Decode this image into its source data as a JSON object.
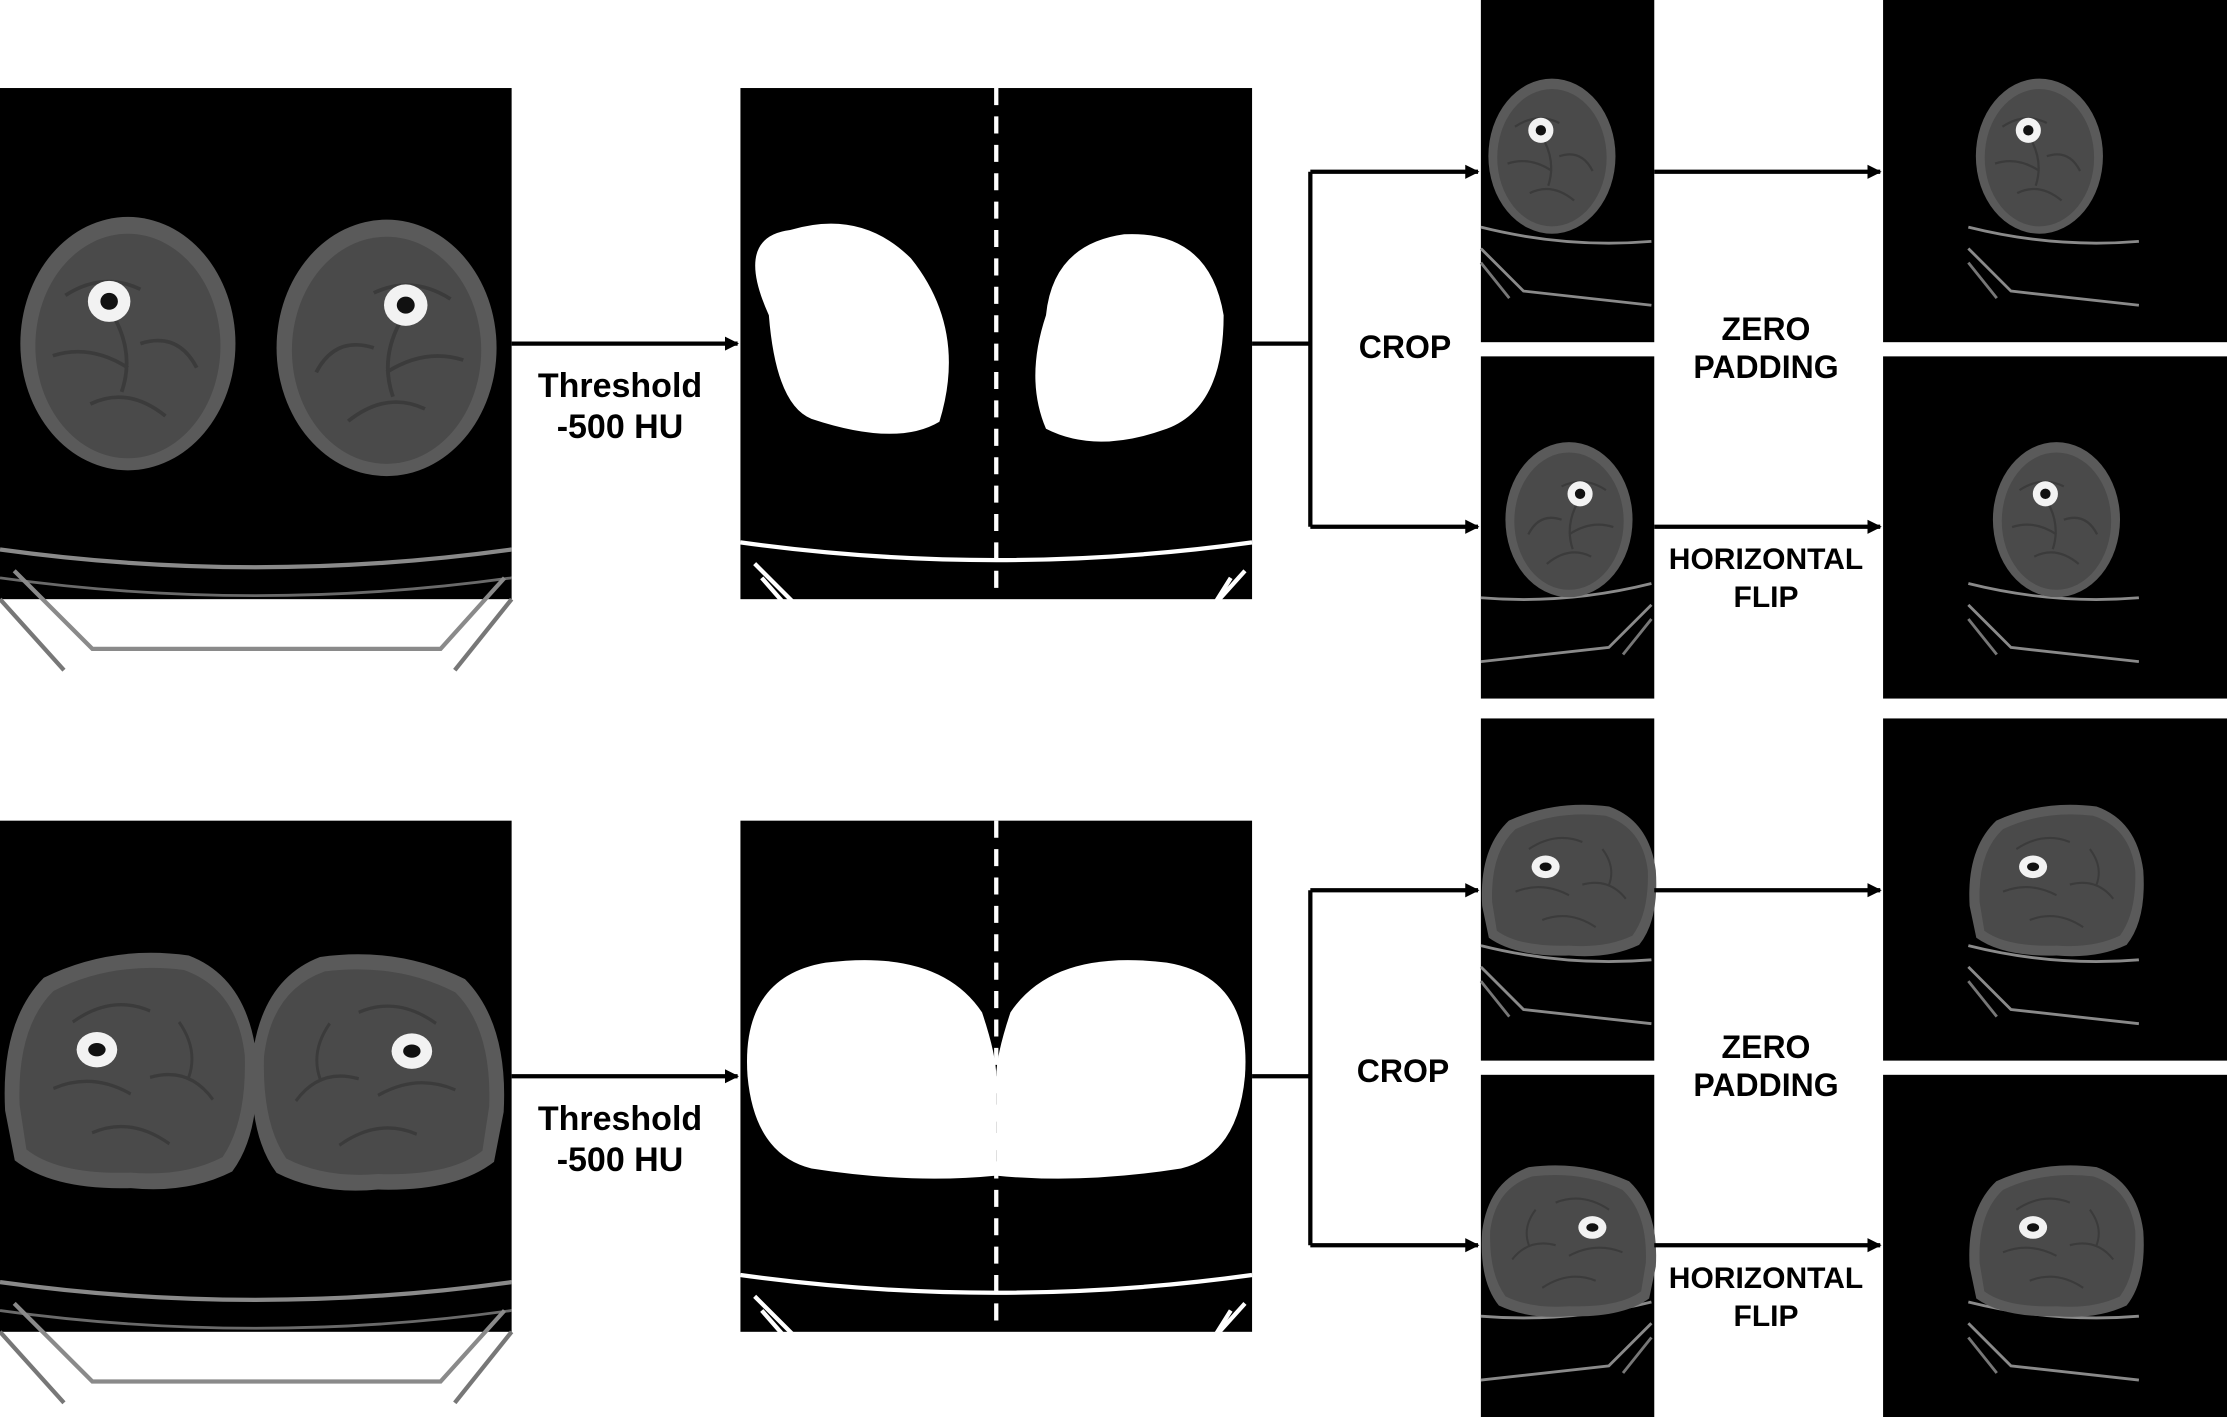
{
  "colors": {
    "background": "#ffffff",
    "panel": "#000000",
    "tissue": "#5a5a5a",
    "muscle": "#494949",
    "bone": "#f2f2f2",
    "mask": "#ffffff",
    "arrow": "#000000"
  },
  "rows": [
    {
      "threshold_label": [
        "Threshold",
        "-500 HU"
      ],
      "crop_label": "CROP",
      "zero_padding_label": [
        "ZERO",
        "PADDING"
      ],
      "flip_label": [
        "HORIZONTAL",
        "FLIP"
      ]
    },
    {
      "threshold_label": [
        "Threshold",
        "-500 HU"
      ],
      "crop_label": "CROP",
      "zero_padding_label": [
        "ZERO",
        "PADDING"
      ],
      "flip_label": [
        "HORIZONTAL",
        "FLIP"
      ]
    }
  ]
}
